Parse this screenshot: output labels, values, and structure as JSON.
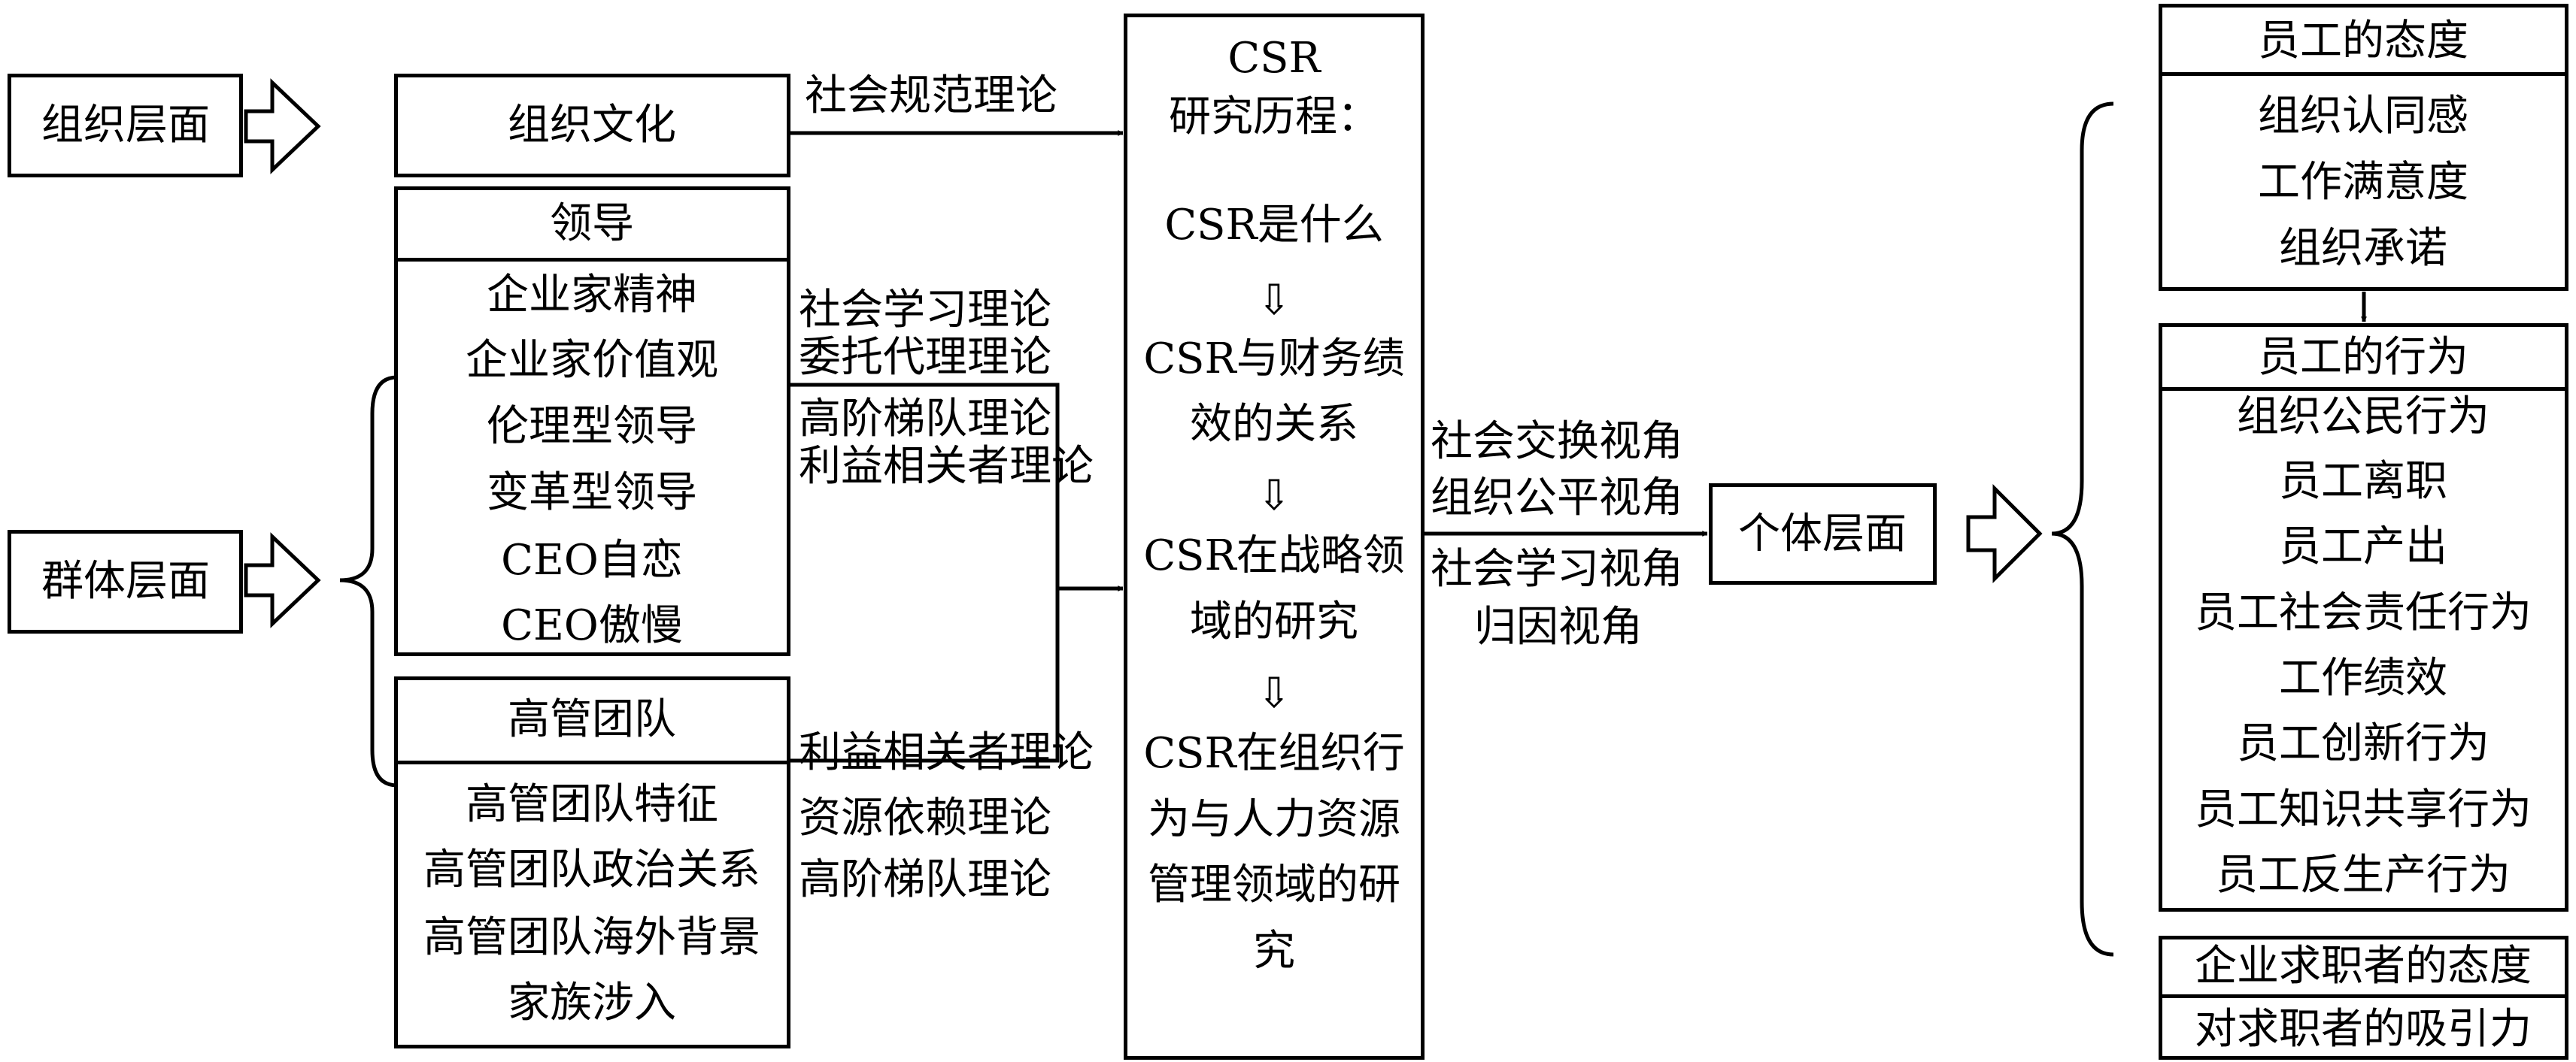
{
  "levels": {
    "organization": "组织层面",
    "group": "群体层面",
    "individual": "个体层面"
  },
  "org_culture": "组织文化",
  "leadership": {
    "title": "领导",
    "items": [
      "企业家精神",
      "企业家价值观",
      "伦理型领导",
      "变革型领导",
      "CEO自恋",
      "CEO傲慢"
    ]
  },
  "tmt": {
    "title": "高管团队",
    "items": [
      "高管团队特征",
      "高管团队政治关系",
      "高管团队海外背景",
      "家族涉入"
    ]
  },
  "theories": {
    "culture": "社会规范理论",
    "leadership": [
      "社会学习理论",
      "委托代理理论",
      "高阶梯队理论",
      "利益相关者理论"
    ],
    "tmt": [
      "利益相关者理论",
      "资源依赖理论",
      "高阶梯队理论"
    ]
  },
  "csr": {
    "title_1": "CSR",
    "title_2": "研究历程：",
    "stages": [
      [
        "CSR是什么"
      ],
      [
        "CSR与财务绩",
        "效的关系"
      ],
      [
        "CSR在战略领",
        "域的研究"
      ],
      [
        "CSR在组织行",
        "为与人力资源",
        "管理领域的研",
        "究"
      ]
    ],
    "arrow_glyph": "⇩"
  },
  "perspectives": [
    "社会交换视角",
    "组织公平视角",
    "社会学习视角",
    "归因视角"
  ],
  "employee_attitude": {
    "title": "员工的态度",
    "items": [
      "组织认同感",
      "工作满意度",
      "组织承诺"
    ]
  },
  "employee_behavior": {
    "title": "员工的行为",
    "items": [
      "组织公民行为",
      "员工离职",
      "员工产出",
      "员工社会责任行为",
      "工作绩效",
      "员工创新行为",
      "员工知识共享行为",
      "员工反生产行为"
    ]
  },
  "job_seeker": {
    "title": "企业求职者的态度",
    "items": [
      "对求职者的吸引力"
    ]
  }
}
